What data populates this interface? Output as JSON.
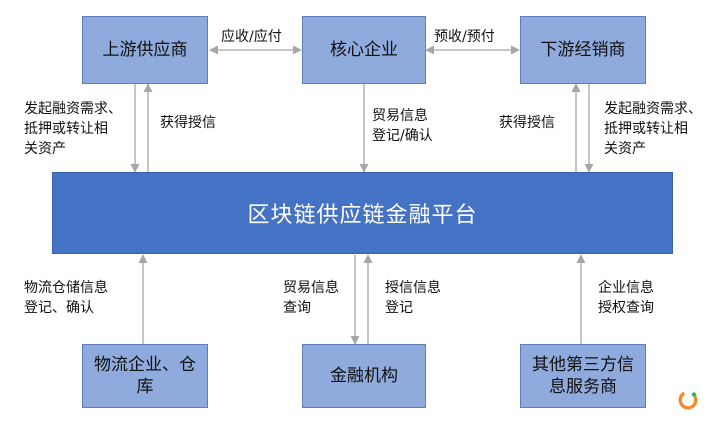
{
  "nodes": {
    "upstream": "上游供应商",
    "core": "核心企业",
    "downstream": "下游经销商",
    "platform": "区块链供应链金融平台",
    "logistics_line1": "物流企业、仓",
    "logistics_line2": "库",
    "finance": "金融机构",
    "thirdparty_line1": "其他第三方信",
    "thirdparty_line2": "息服务商"
  },
  "edges": {
    "up_core": "应收/应付",
    "core_down": "预收/预付",
    "up_request": [
      "发起融资需求、",
      "抵押或转让相",
      "关资产"
    ],
    "up_credit": "获得授信",
    "core_trade": [
      "贸易信息",
      "登记/确认"
    ],
    "down_credit": "获得授信",
    "down_request": [
      "发起融资需求、",
      "抵押或转让相",
      "关资产"
    ],
    "logistics_info": [
      "物流仓储信息",
      "登记、确认"
    ],
    "finance_query": [
      "贸易信息",
      "查询"
    ],
    "finance_credit": [
      "授信信息",
      "登记"
    ],
    "thirdparty_info": [
      "企业信息",
      "授权查询"
    ]
  },
  "colors": {
    "node_fill": "#8faadc",
    "platform_fill": "#4472c4",
    "arrow": "#a6a6a6",
    "logo_orange": "#f28c28",
    "logo_green": "#2fb56a"
  },
  "icons": {
    "logo": "ring-logo-icon"
  }
}
